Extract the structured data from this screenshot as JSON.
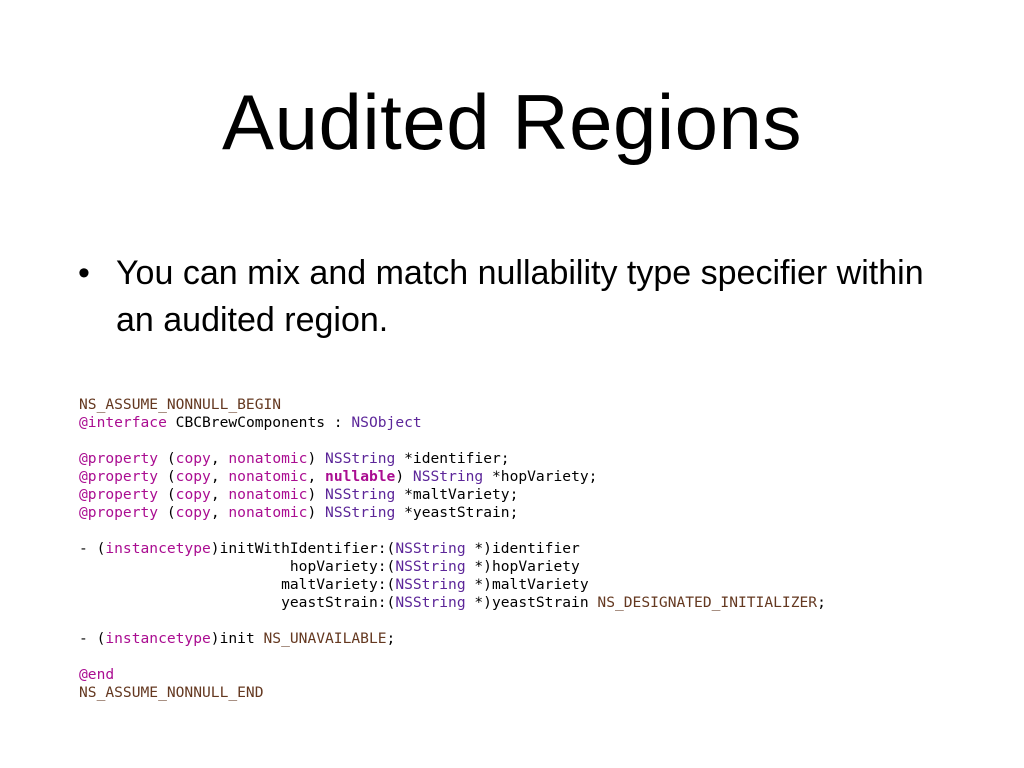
{
  "slide": {
    "title": "Audited Regions",
    "bullets": [
      {
        "marker": "•",
        "text": "You can mix and match nullability type specifier within an audited region."
      }
    ]
  },
  "colors": {
    "macro": "#643820",
    "keyword": "#aa0d91",
    "type": "#5c2699",
    "plain": "#000000"
  },
  "code": {
    "lines": [
      [
        {
          "t": "NS_ASSUME_NONNULL_BEGIN",
          "c": "macro"
        }
      ],
      [
        {
          "t": "@interface",
          "c": "kw"
        },
        {
          "t": " CBCBrewComponents : ",
          "c": "plain"
        },
        {
          "t": "NSObject",
          "c": "type"
        }
      ],
      [],
      [
        {
          "t": "@property",
          "c": "kw"
        },
        {
          "t": " (",
          "c": "plain"
        },
        {
          "t": "copy",
          "c": "kw"
        },
        {
          "t": ", ",
          "c": "plain"
        },
        {
          "t": "nonatomic",
          "c": "kw"
        },
        {
          "t": ") ",
          "c": "plain"
        },
        {
          "t": "NSString",
          "c": "type"
        },
        {
          "t": " *identifier;",
          "c": "plain"
        }
      ],
      [
        {
          "t": "@property",
          "c": "kw"
        },
        {
          "t": " (",
          "c": "plain"
        },
        {
          "t": "copy",
          "c": "kw"
        },
        {
          "t": ", ",
          "c": "plain"
        },
        {
          "t": "nonatomic",
          "c": "kw"
        },
        {
          "t": ", ",
          "c": "plain"
        },
        {
          "t": "nullable",
          "c": "kw",
          "b": true
        },
        {
          "t": ") ",
          "c": "plain"
        },
        {
          "t": "NSString",
          "c": "type"
        },
        {
          "t": " *hopVariety;",
          "c": "plain"
        }
      ],
      [
        {
          "t": "@property",
          "c": "kw"
        },
        {
          "t": " (",
          "c": "plain"
        },
        {
          "t": "copy",
          "c": "kw"
        },
        {
          "t": ", ",
          "c": "plain"
        },
        {
          "t": "nonatomic",
          "c": "kw"
        },
        {
          "t": ") ",
          "c": "plain"
        },
        {
          "t": "NSString",
          "c": "type"
        },
        {
          "t": " *maltVariety;",
          "c": "plain"
        }
      ],
      [
        {
          "t": "@property",
          "c": "kw"
        },
        {
          "t": " (",
          "c": "plain"
        },
        {
          "t": "copy",
          "c": "kw"
        },
        {
          "t": ", ",
          "c": "plain"
        },
        {
          "t": "nonatomic",
          "c": "kw"
        },
        {
          "t": ") ",
          "c": "plain"
        },
        {
          "t": "NSString",
          "c": "type"
        },
        {
          "t": " *yeastStrain;",
          "c": "plain"
        }
      ],
      [],
      [
        {
          "t": "- (",
          "c": "plain"
        },
        {
          "t": "instancetype",
          "c": "kw"
        },
        {
          "t": ")initWithIdentifier:(",
          "c": "plain"
        },
        {
          "t": "NSString",
          "c": "type"
        },
        {
          "t": " *)identifier",
          "c": "plain"
        }
      ],
      [
        {
          "t": "                        hopVariety:(",
          "c": "plain"
        },
        {
          "t": "NSString",
          "c": "type"
        },
        {
          "t": " *)hopVariety",
          "c": "plain"
        }
      ],
      [
        {
          "t": "                       maltVariety:(",
          "c": "plain"
        },
        {
          "t": "NSString",
          "c": "type"
        },
        {
          "t": " *)maltVariety",
          "c": "plain"
        }
      ],
      [
        {
          "t": "                       yeastStrain:(",
          "c": "plain"
        },
        {
          "t": "NSString",
          "c": "type"
        },
        {
          "t": " *)yeastStrain ",
          "c": "plain"
        },
        {
          "t": "NS_DESIGNATED_INITIALIZER",
          "c": "macro"
        },
        {
          "t": ";",
          "c": "plain"
        }
      ],
      [],
      [
        {
          "t": "- (",
          "c": "plain"
        },
        {
          "t": "instancetype",
          "c": "kw"
        },
        {
          "t": ")init ",
          "c": "plain"
        },
        {
          "t": "NS_UNAVAILABLE",
          "c": "macro"
        },
        {
          "t": ";",
          "c": "plain"
        }
      ],
      [],
      [
        {
          "t": "@end",
          "c": "kw"
        }
      ],
      [
        {
          "t": "NS_ASSUME_NONNULL_END",
          "c": "macro"
        }
      ]
    ]
  }
}
